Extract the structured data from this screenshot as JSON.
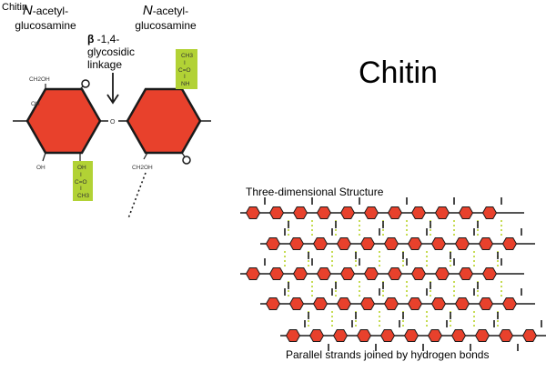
{
  "labels": {
    "corner": "Chitin",
    "title": "Chitin",
    "monomer_left_n": "N",
    "monomer_left_rest": "-acetyl-",
    "monomer_left_line2": "glucosamine",
    "monomer_right_n": "N",
    "monomer_right_rest": "-acetyl-",
    "monomer_right_line2": "glucosamine",
    "beta": "β",
    "linkage_rest": "-1,4-",
    "linkage_line2": "glycosidic",
    "linkage_line3": "linkage",
    "structure_title": "Three-dimensional Structure",
    "caption": "Parallel strands joined by hydrogen bonds"
  },
  "molecule": {
    "bridge_oxygen": "O",
    "left_ring": {
      "top_left_group": "CH2OH",
      "left_oh": "OH",
      "bottom_left_oh": "OH"
    },
    "right_ring": {
      "bottom_group": "CH2OH"
    },
    "left_acetyl": [
      "OH",
      "I",
      "C=O",
      "I",
      "CH3"
    ],
    "right_acetyl": [
      "CH3",
      "I",
      "C=O",
      "I",
      "NH"
    ]
  },
  "colors": {
    "ring_fill": "#e8412c",
    "ring_stroke": "#1a1a1a",
    "acetyl_box": "#b2d235",
    "hbond": "#b8d42a"
  },
  "lattice": {
    "strands": [
      {
        "count": 11
      },
      {
        "count": 11
      },
      {
        "count": 11
      },
      {
        "count": 11
      },
      {
        "count": 11
      }
    ]
  }
}
